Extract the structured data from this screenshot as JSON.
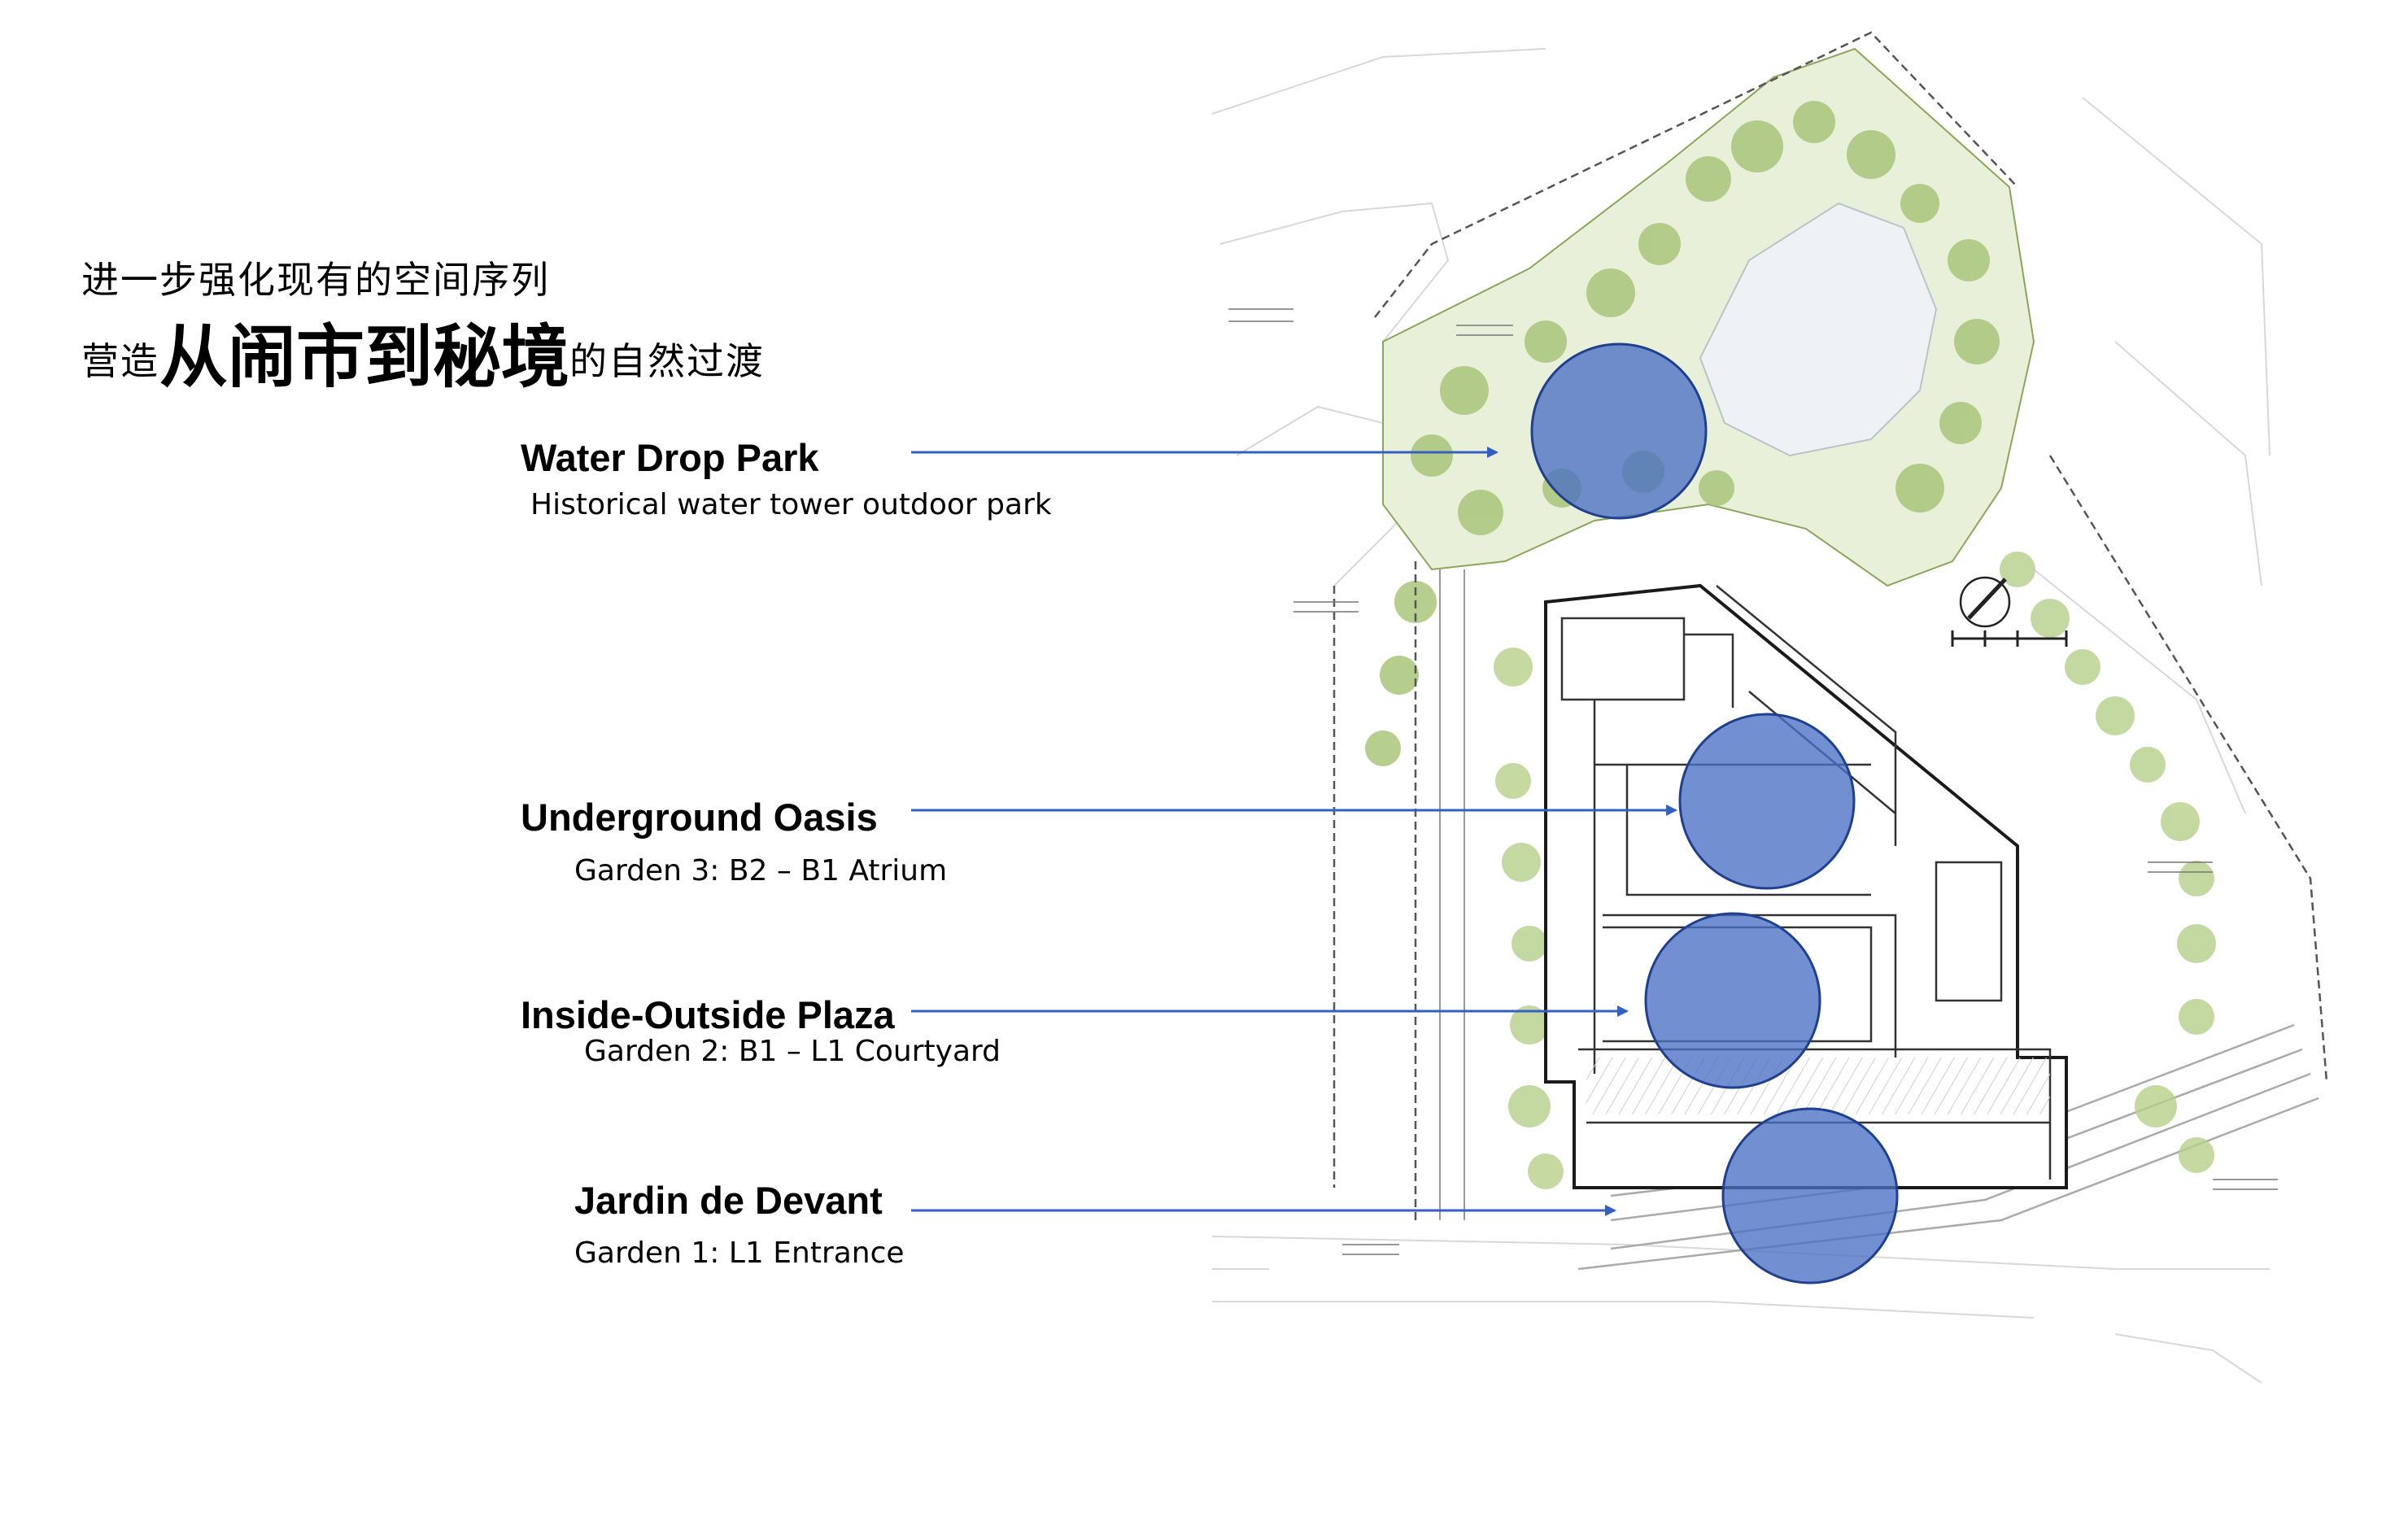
{
  "heading": {
    "line1": "进一步强化现有的空间序列",
    "line2_prefix": "营造",
    "line2_big": "从闹市到秘境",
    "line2_suffix": "的自然过渡"
  },
  "zones": [
    {
      "title": "Water Drop Park",
      "subtitle": "Historical water tower outdoor park"
    },
    {
      "title": "Underground Oasis",
      "subtitle": "Garden 3: B2 – B1 Atrium"
    },
    {
      "title": "Inside-Outside Plaza",
      "subtitle": "Garden 2: B1 – L1 Courtyard"
    },
    {
      "title": "Jardin de Devant",
      "subtitle": "Garden 1: L1 Entrance"
    }
  ],
  "colors": {
    "marker_fill": "#4a6fc4",
    "marker_stroke": "#1f3f8f",
    "leader_line": "#3461c1",
    "vegetation": "#9fbe6a",
    "building_line": "#1a1a1a"
  }
}
